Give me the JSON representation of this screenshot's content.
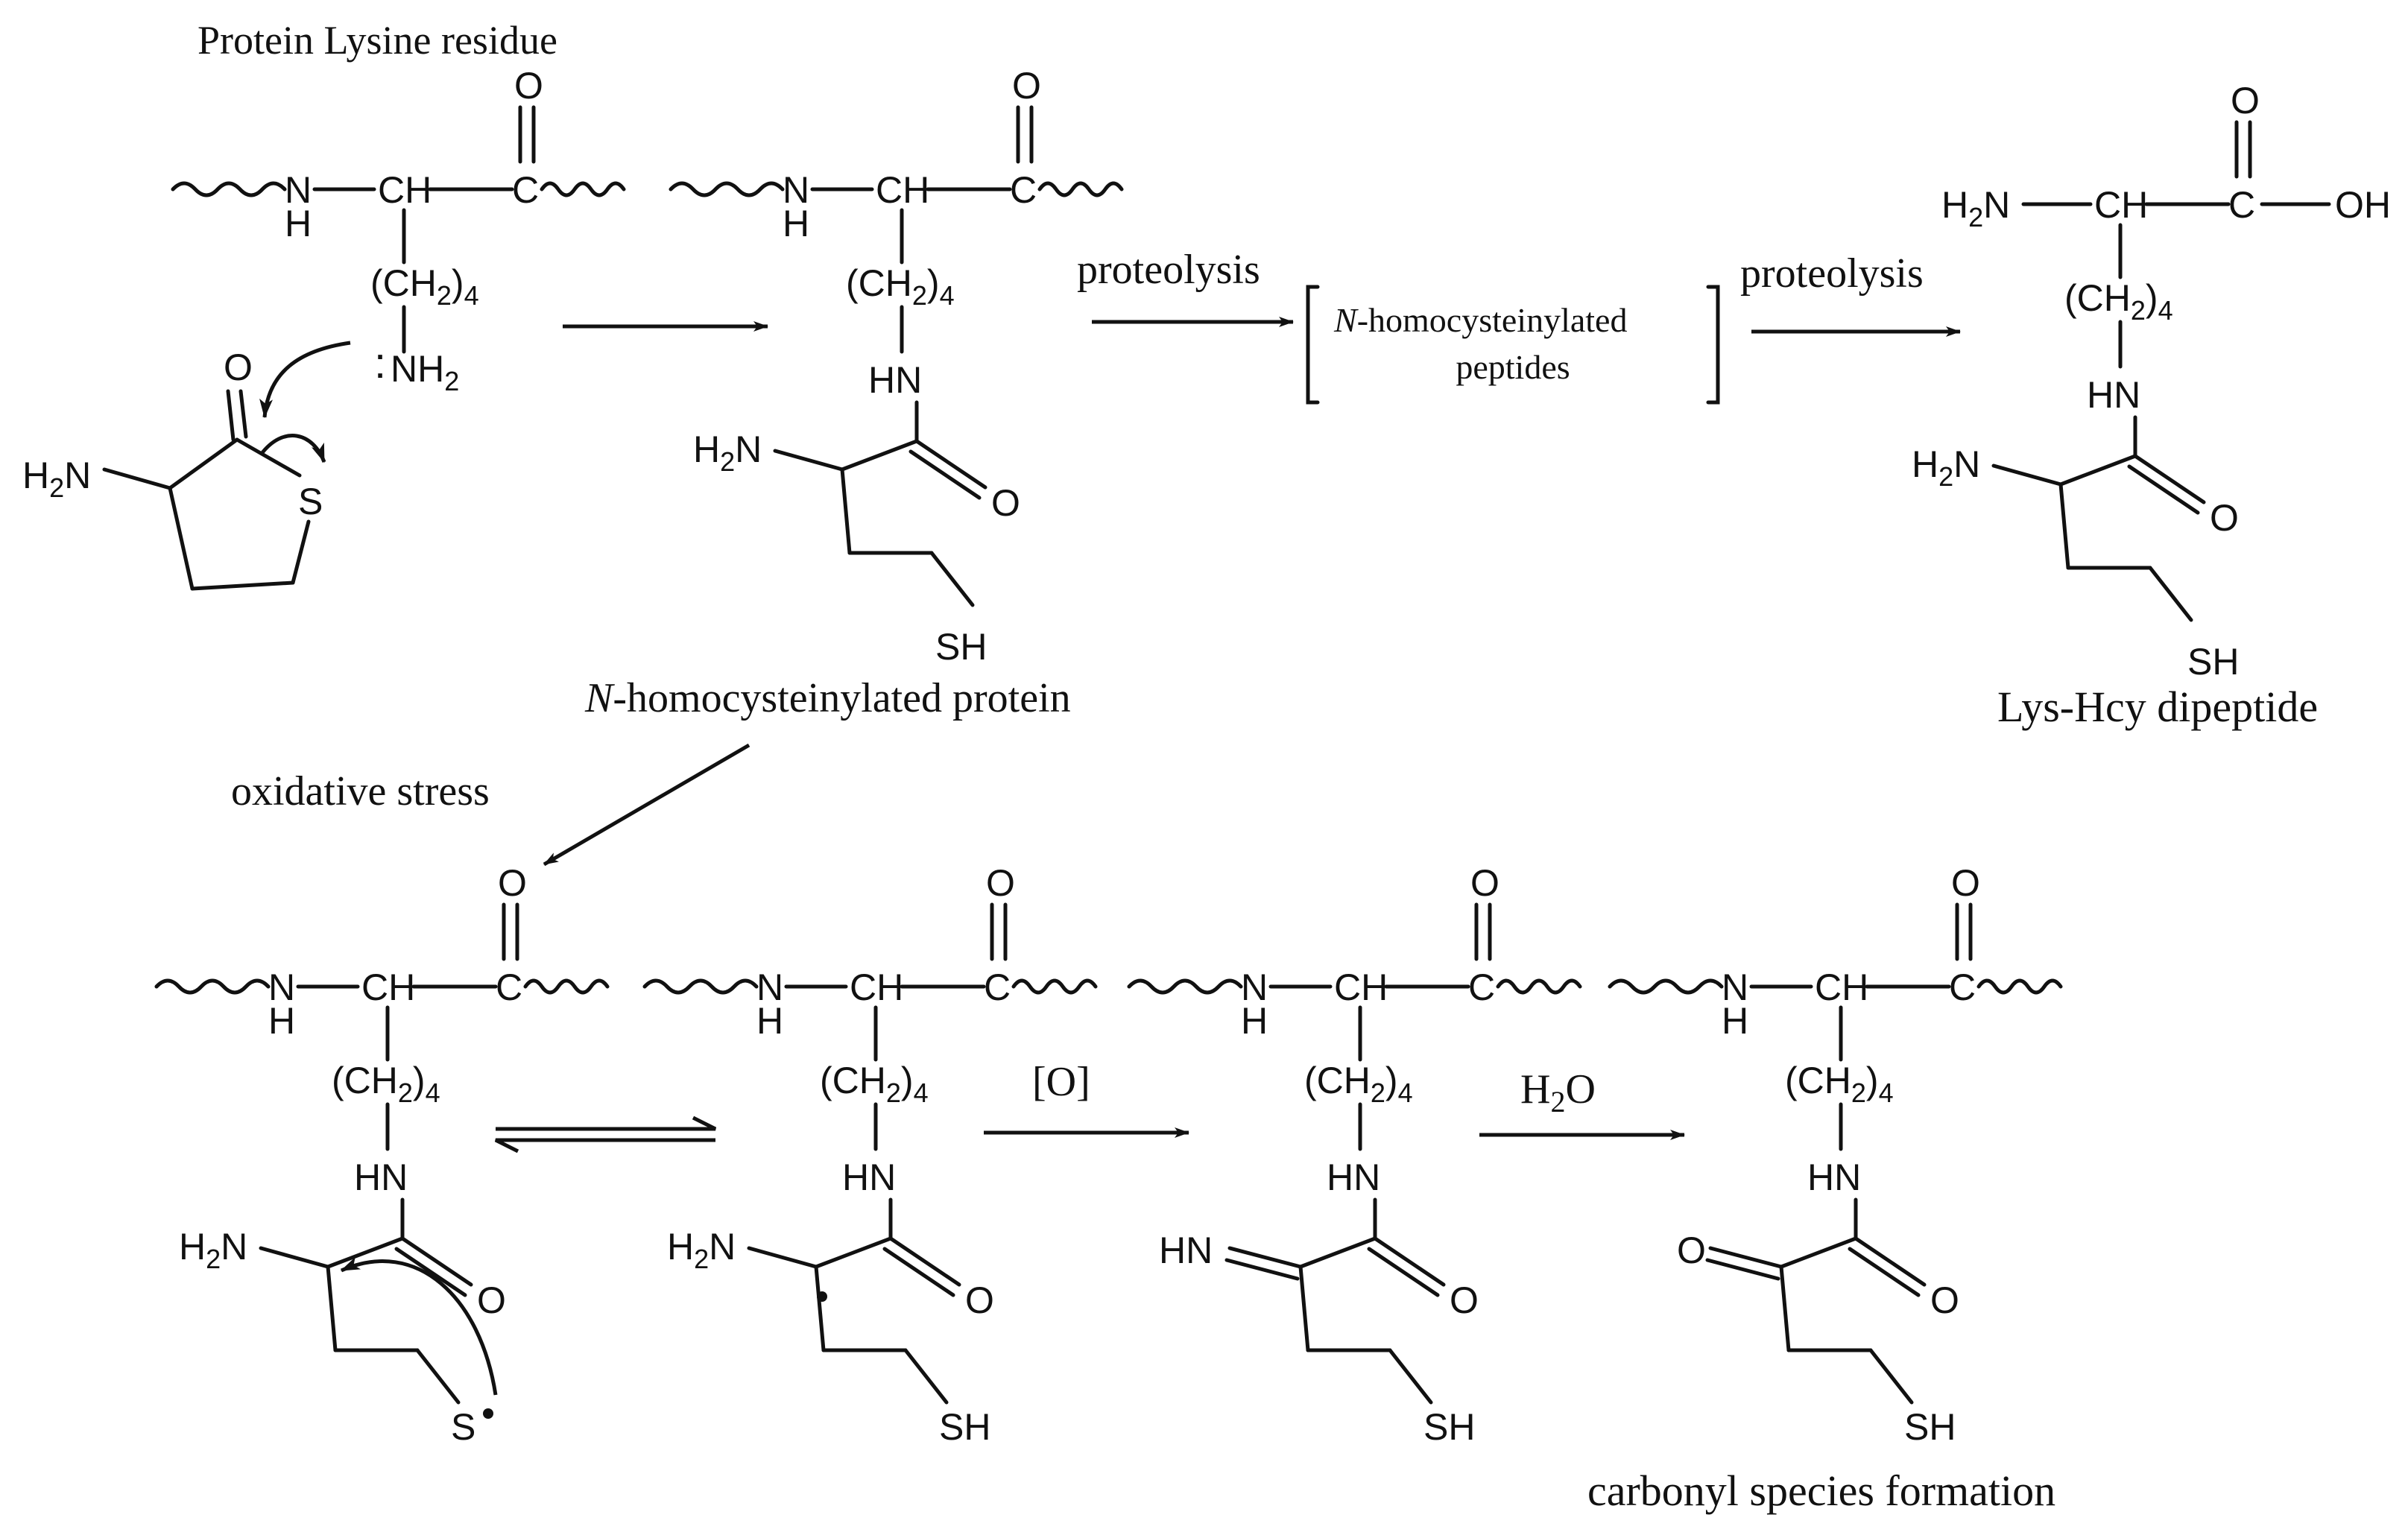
{
  "labels": {
    "protein_lysine": "Protein Lysine residue",
    "proteolysis_1": "proteolysis",
    "proteolysis_2": "proteolysis",
    "bracket_line1_italic": "N",
    "bracket_line1_rest": "-homocysteinylated",
    "bracket_line2": "peptides",
    "nhcy_protein_italic": "N",
    "nhcy_protein_rest": "-homocysteinylated protein",
    "dipeptide": "Lys-Hcy dipeptide",
    "oxidative_stress": "oxidative stress",
    "oxidant": "[O]",
    "water_H": "H",
    "water_sub": "2",
    "water_O": "O",
    "carbonyl": "carbonyl species formation"
  },
  "atoms": {
    "O": "O",
    "H": "H",
    "N": "N",
    "NH": "NH",
    "HN": "HN",
    "CH": "CH",
    "C": "C",
    "S": "S",
    "SH": "SH",
    "OH": "OH",
    "H2N_main": "H",
    "H2N_sub": "2",
    "H2N_N": "N",
    "CH2_open": "(CH",
    "CH2_sub": "2",
    "CH2_close": ")",
    "CH2_n": "4",
    "NH2_N": "NH",
    "NH2_sub": "2",
    "lone_pair": ":"
  }
}
